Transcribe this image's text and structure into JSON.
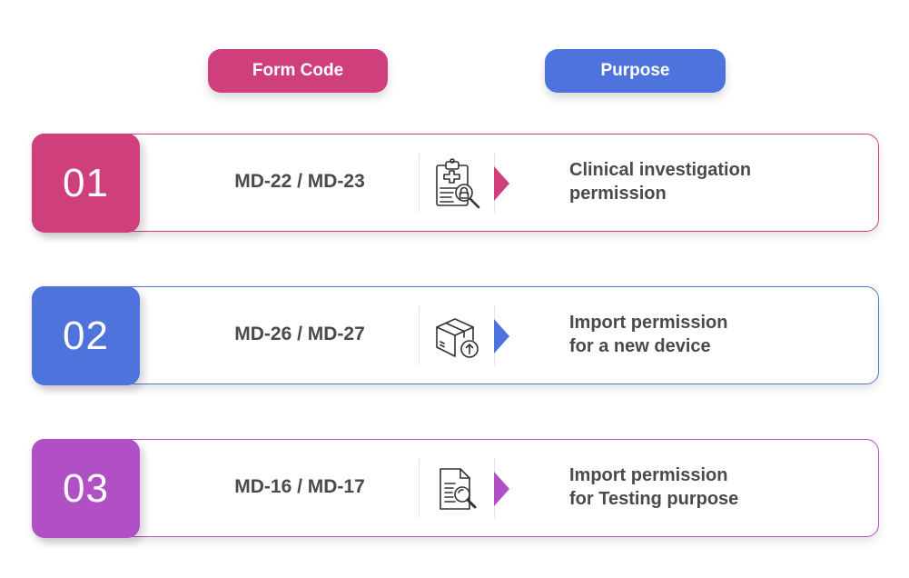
{
  "headers": {
    "form_code": "Form Code",
    "purpose": "Purpose"
  },
  "rows": [
    {
      "number": "01",
      "code": "MD-22 / MD-23",
      "purpose_line1": "Clinical investigation",
      "purpose_line2": "permission",
      "icon": "clipboard-clinical-search-icon",
      "color": "#cf3f7c"
    },
    {
      "number": "02",
      "code": "MD-26 / MD-27",
      "purpose_line1": "Import permission",
      "purpose_line2": "for a new device",
      "icon": "box-import-icon",
      "color": "#4f73dc"
    },
    {
      "number": "03",
      "code": "MD-16 / MD-17",
      "purpose_line1": "Import permission",
      "purpose_line2": "for Testing purpose",
      "icon": "document-search-icon",
      "color": "#b14fc5"
    }
  ]
}
